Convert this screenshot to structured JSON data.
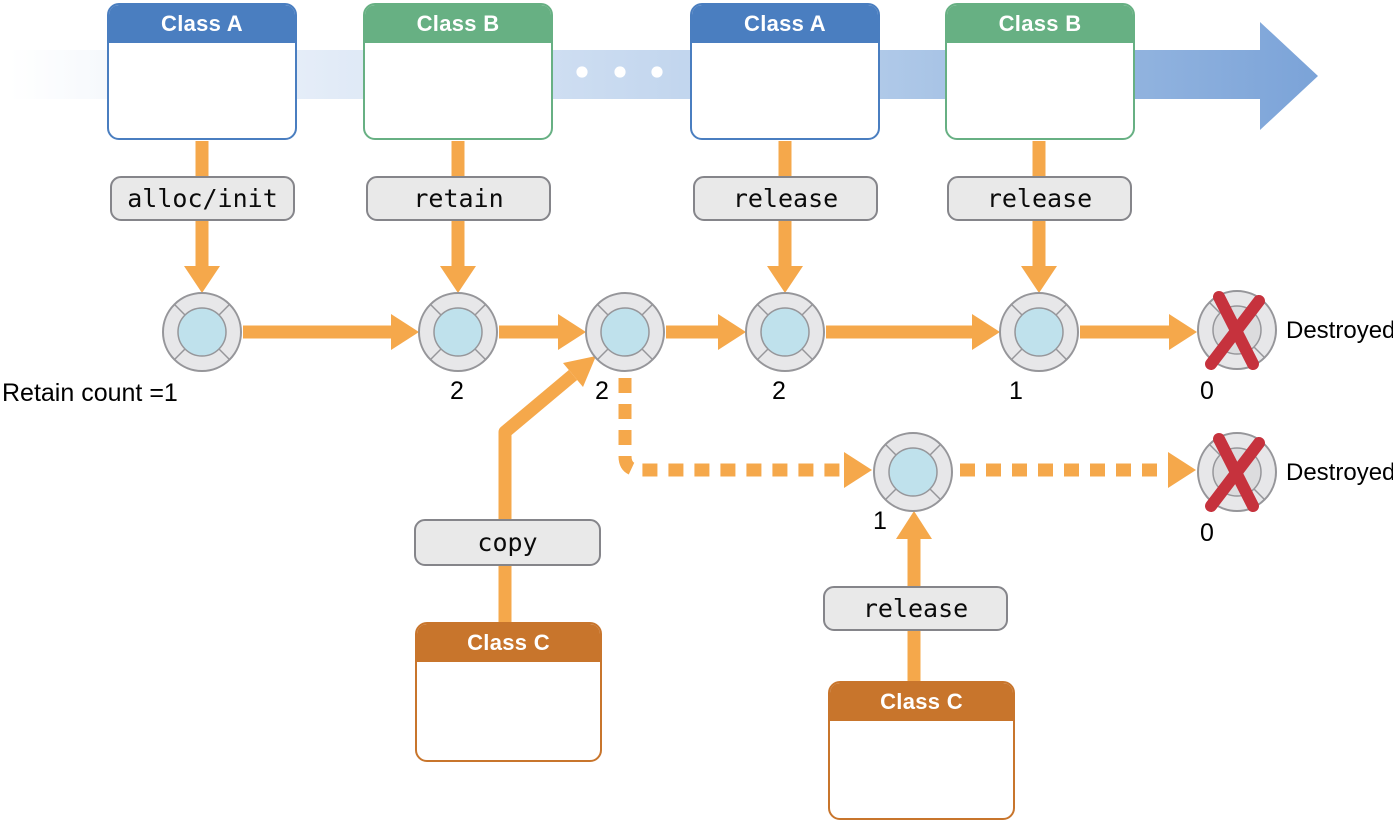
{
  "colors": {
    "accent_orange": "#F5A84B",
    "timeline_blue_end": "#7BA3D8",
    "class_a_blue": "#4A7EC0",
    "class_b_green": "#67B083",
    "class_c_brown": "#C8752C",
    "object_ring_gray": "#E7E7E9",
    "object_inner_blue": "#BFE1EC",
    "destroyed_inner_gray": "#DCDCDE",
    "destroyed_x_red": "#C6323D",
    "method_label_bg": "#E9E9E9"
  },
  "classes": {
    "a1": {
      "label": "Class A"
    },
    "b1": {
      "label": "Class B"
    },
    "a2": {
      "label": "Class A"
    },
    "b2": {
      "label": "Class B"
    },
    "c1": {
      "label": "Class C"
    },
    "c2": {
      "label": "Class C"
    }
  },
  "methods": {
    "alloc_init": "alloc/init",
    "retain": "retain",
    "release_a2": "release",
    "release_b2": "release",
    "copy": "copy",
    "release_c2": "release"
  },
  "counts": {
    "main": [
      "Retain count =1",
      "2",
      "2",
      "2",
      "1",
      "0"
    ],
    "branch": [
      "1",
      "0"
    ]
  },
  "destroyed": {
    "label1": "Destroyed",
    "label2": "Destroyed"
  }
}
